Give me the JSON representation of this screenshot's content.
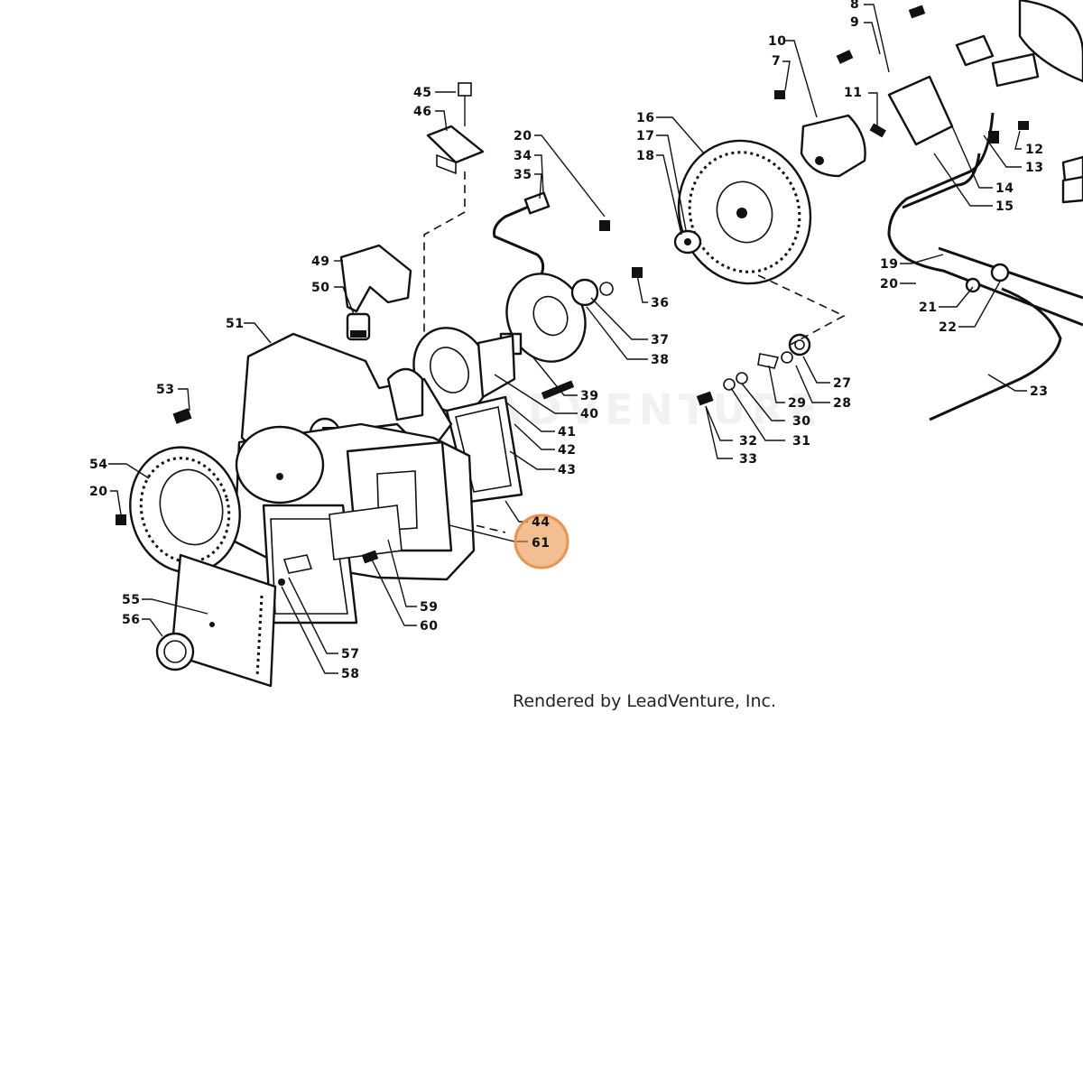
{
  "callouts": [
    {
      "id": "c8",
      "text": "8"
    },
    {
      "id": "c9",
      "text": "9"
    },
    {
      "id": "c10",
      "text": "10"
    },
    {
      "id": "c7",
      "text": "7"
    },
    {
      "id": "c11",
      "text": "11"
    },
    {
      "id": "c12",
      "text": "12"
    },
    {
      "id": "c13",
      "text": "13"
    },
    {
      "id": "c14",
      "text": "14"
    },
    {
      "id": "c15",
      "text": "15"
    },
    {
      "id": "c16",
      "text": "16"
    },
    {
      "id": "c17",
      "text": "17"
    },
    {
      "id": "c18",
      "text": "18"
    },
    {
      "id": "c19",
      "text": "19"
    },
    {
      "id": "c20b",
      "text": "20"
    },
    {
      "id": "c21",
      "text": "21"
    },
    {
      "id": "c22",
      "text": "22"
    },
    {
      "id": "c23",
      "text": "23"
    },
    {
      "id": "c27",
      "text": "27"
    },
    {
      "id": "c28",
      "text": "28"
    },
    {
      "id": "c29",
      "text": "29"
    },
    {
      "id": "c30",
      "text": "30"
    },
    {
      "id": "c31",
      "text": "31"
    },
    {
      "id": "c32",
      "text": "32"
    },
    {
      "id": "c33",
      "text": "33"
    },
    {
      "id": "c45",
      "text": "45"
    },
    {
      "id": "c46",
      "text": "46"
    },
    {
      "id": "c20a",
      "text": "20"
    },
    {
      "id": "c34",
      "text": "34"
    },
    {
      "id": "c35",
      "text": "35"
    },
    {
      "id": "c36",
      "text": "36"
    },
    {
      "id": "c37",
      "text": "37"
    },
    {
      "id": "c38",
      "text": "38"
    },
    {
      "id": "c39",
      "text": "39"
    },
    {
      "id": "c40",
      "text": "40"
    },
    {
      "id": "c41",
      "text": "41"
    },
    {
      "id": "c42",
      "text": "42"
    },
    {
      "id": "c43",
      "text": "43"
    },
    {
      "id": "c44",
      "text": "44"
    },
    {
      "id": "c61",
      "text": "61"
    },
    {
      "id": "c49",
      "text": "49"
    },
    {
      "id": "c50",
      "text": "50"
    },
    {
      "id": "c51",
      "text": "51"
    },
    {
      "id": "c53",
      "text": "53"
    },
    {
      "id": "c54",
      "text": "54"
    },
    {
      "id": "c20c",
      "text": "20"
    },
    {
      "id": "c55",
      "text": "55"
    },
    {
      "id": "c56",
      "text": "56"
    },
    {
      "id": "c57",
      "text": "57"
    },
    {
      "id": "c58",
      "text": "58"
    },
    {
      "id": "c59",
      "text": "59"
    },
    {
      "id": "c60",
      "text": "60"
    }
  ],
  "highlight": {
    "callout": "61",
    "color": "#E8944A"
  },
  "caption": "Rendered by LeadVenture, Inc.",
  "watermark": "LEADVENTURE"
}
